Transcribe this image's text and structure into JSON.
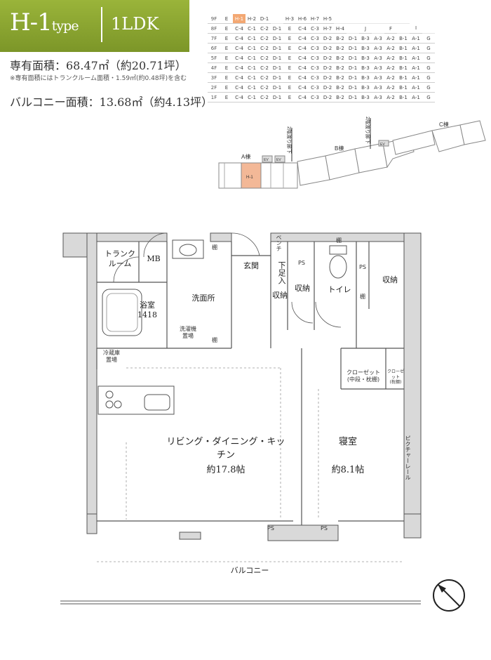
{
  "header": {
    "type_code": "H-1",
    "type_word": "type",
    "layout": "1LDK"
  },
  "areas": {
    "exclusive_label": "専有面積：68.47㎡（約20.71坪）",
    "note": "※専有面積にはトランクルーム面積・1.59㎡(約0.48坪)を含む",
    "balcony_label": "バルコニー面積：13.68㎡（約4.13坪）"
  },
  "floor_matrix": {
    "highlight": "H-1",
    "rows": [
      {
        "floor": "9F",
        "cells": [
          "E",
          "H-1",
          "H-2",
          "D-1",
          "",
          "H-3",
          "H-6",
          "H-7",
          "H-5",
          "",
          "",
          "",
          "",
          "",
          ""
        ]
      },
      {
        "floor": "8F",
        "cells": [
          "E",
          "C-4",
          "C-1",
          "C-2",
          "D-1",
          "E",
          "C-4",
          "C-3",
          "H-7",
          "H-4",
          "",
          "J",
          "",
          "F",
          "",
          "I",
          ""
        ]
      },
      {
        "floor": "7F",
        "cells": [
          "E",
          "C-4",
          "C-1",
          "C-2",
          "D-1",
          "E",
          "C-4",
          "C-3",
          "D-2",
          "B-2",
          "D-1",
          "B-3",
          "A-3",
          "A-2",
          "B-1",
          "A-1",
          "G"
        ]
      },
      {
        "floor": "6F",
        "cells": [
          "E",
          "C-4",
          "C-1",
          "C-2",
          "D-1",
          "E",
          "C-4",
          "C-3",
          "D-2",
          "B-2",
          "D-1",
          "B-3",
          "A-3",
          "A-2",
          "B-1",
          "A-1",
          "G"
        ]
      },
      {
        "floor": "5F",
        "cells": [
          "E",
          "C-4",
          "C-1",
          "C-2",
          "D-1",
          "E",
          "C-4",
          "C-3",
          "D-2",
          "B-2",
          "D-1",
          "B-3",
          "A-3",
          "A-2",
          "B-1",
          "A-1",
          "G"
        ]
      },
      {
        "floor": "4F",
        "cells": [
          "E",
          "C-4",
          "C-1",
          "C-2",
          "D-1",
          "E",
          "C-4",
          "C-3",
          "D-2",
          "B-2",
          "D-1",
          "B-3",
          "A-3",
          "A-2",
          "B-1",
          "A-1",
          "G"
        ]
      },
      {
        "floor": "3F",
        "cells": [
          "E",
          "C-4",
          "C-1",
          "C-2",
          "D-1",
          "E",
          "C-4",
          "C-3",
          "D-2",
          "B-2",
          "D-1",
          "B-3",
          "A-3",
          "A-2",
          "B-1",
          "A-1",
          "G"
        ]
      },
      {
        "floor": "2F",
        "cells": [
          "E",
          "C-4",
          "C-1",
          "C-2",
          "D-1",
          "E",
          "C-4",
          "C-3",
          "D-2",
          "B-2",
          "D-1",
          "B-3",
          "A-3",
          "A-2",
          "B-1",
          "A-1",
          "G"
        ]
      },
      {
        "floor": "1F",
        "cells": [
          "E",
          "C-4",
          "C-1",
          "C-2",
          "D-1",
          "E",
          "C-4",
          "C-3",
          "D-2",
          "B-2",
          "D-1",
          "B-3",
          "A-3",
          "A-2",
          "B-1",
          "A-1",
          "G"
        ]
      }
    ]
  },
  "site_plan": {
    "building_a": "A棟",
    "building_b": "B棟",
    "building_c": "C棟",
    "passage_a": "2階渡り廊下",
    "passage_b": "2階渡り廊下",
    "ev": "EV",
    "unit": "H-1"
  },
  "rooms": {
    "trunk": "トランク\nルーム",
    "mb": "MB",
    "bath": "浴室\n1418",
    "washroom": "洗面所",
    "washer": "洗濯機\n置場",
    "shelf": "棚",
    "fridge": "冷蔵庫\n置場",
    "entrance": "玄関",
    "bench": "ベンチ",
    "shoe": "下足入",
    "storage": "収納",
    "ps": "PS",
    "toilet": "トイレ",
    "closet": "クローゼット\n(中段・枕棚)",
    "closet_small": "クローゼット\n(枕棚)",
    "picture_rail": "ピクチャーレール",
    "ldk_name": "リビング・ダイニング・キッチン",
    "ldk_size": "約17.8帖",
    "bedroom_name": "寝室",
    "bedroom_size": "約8.1帖",
    "balcony": "バルコニー"
  },
  "compass_label": "N"
}
